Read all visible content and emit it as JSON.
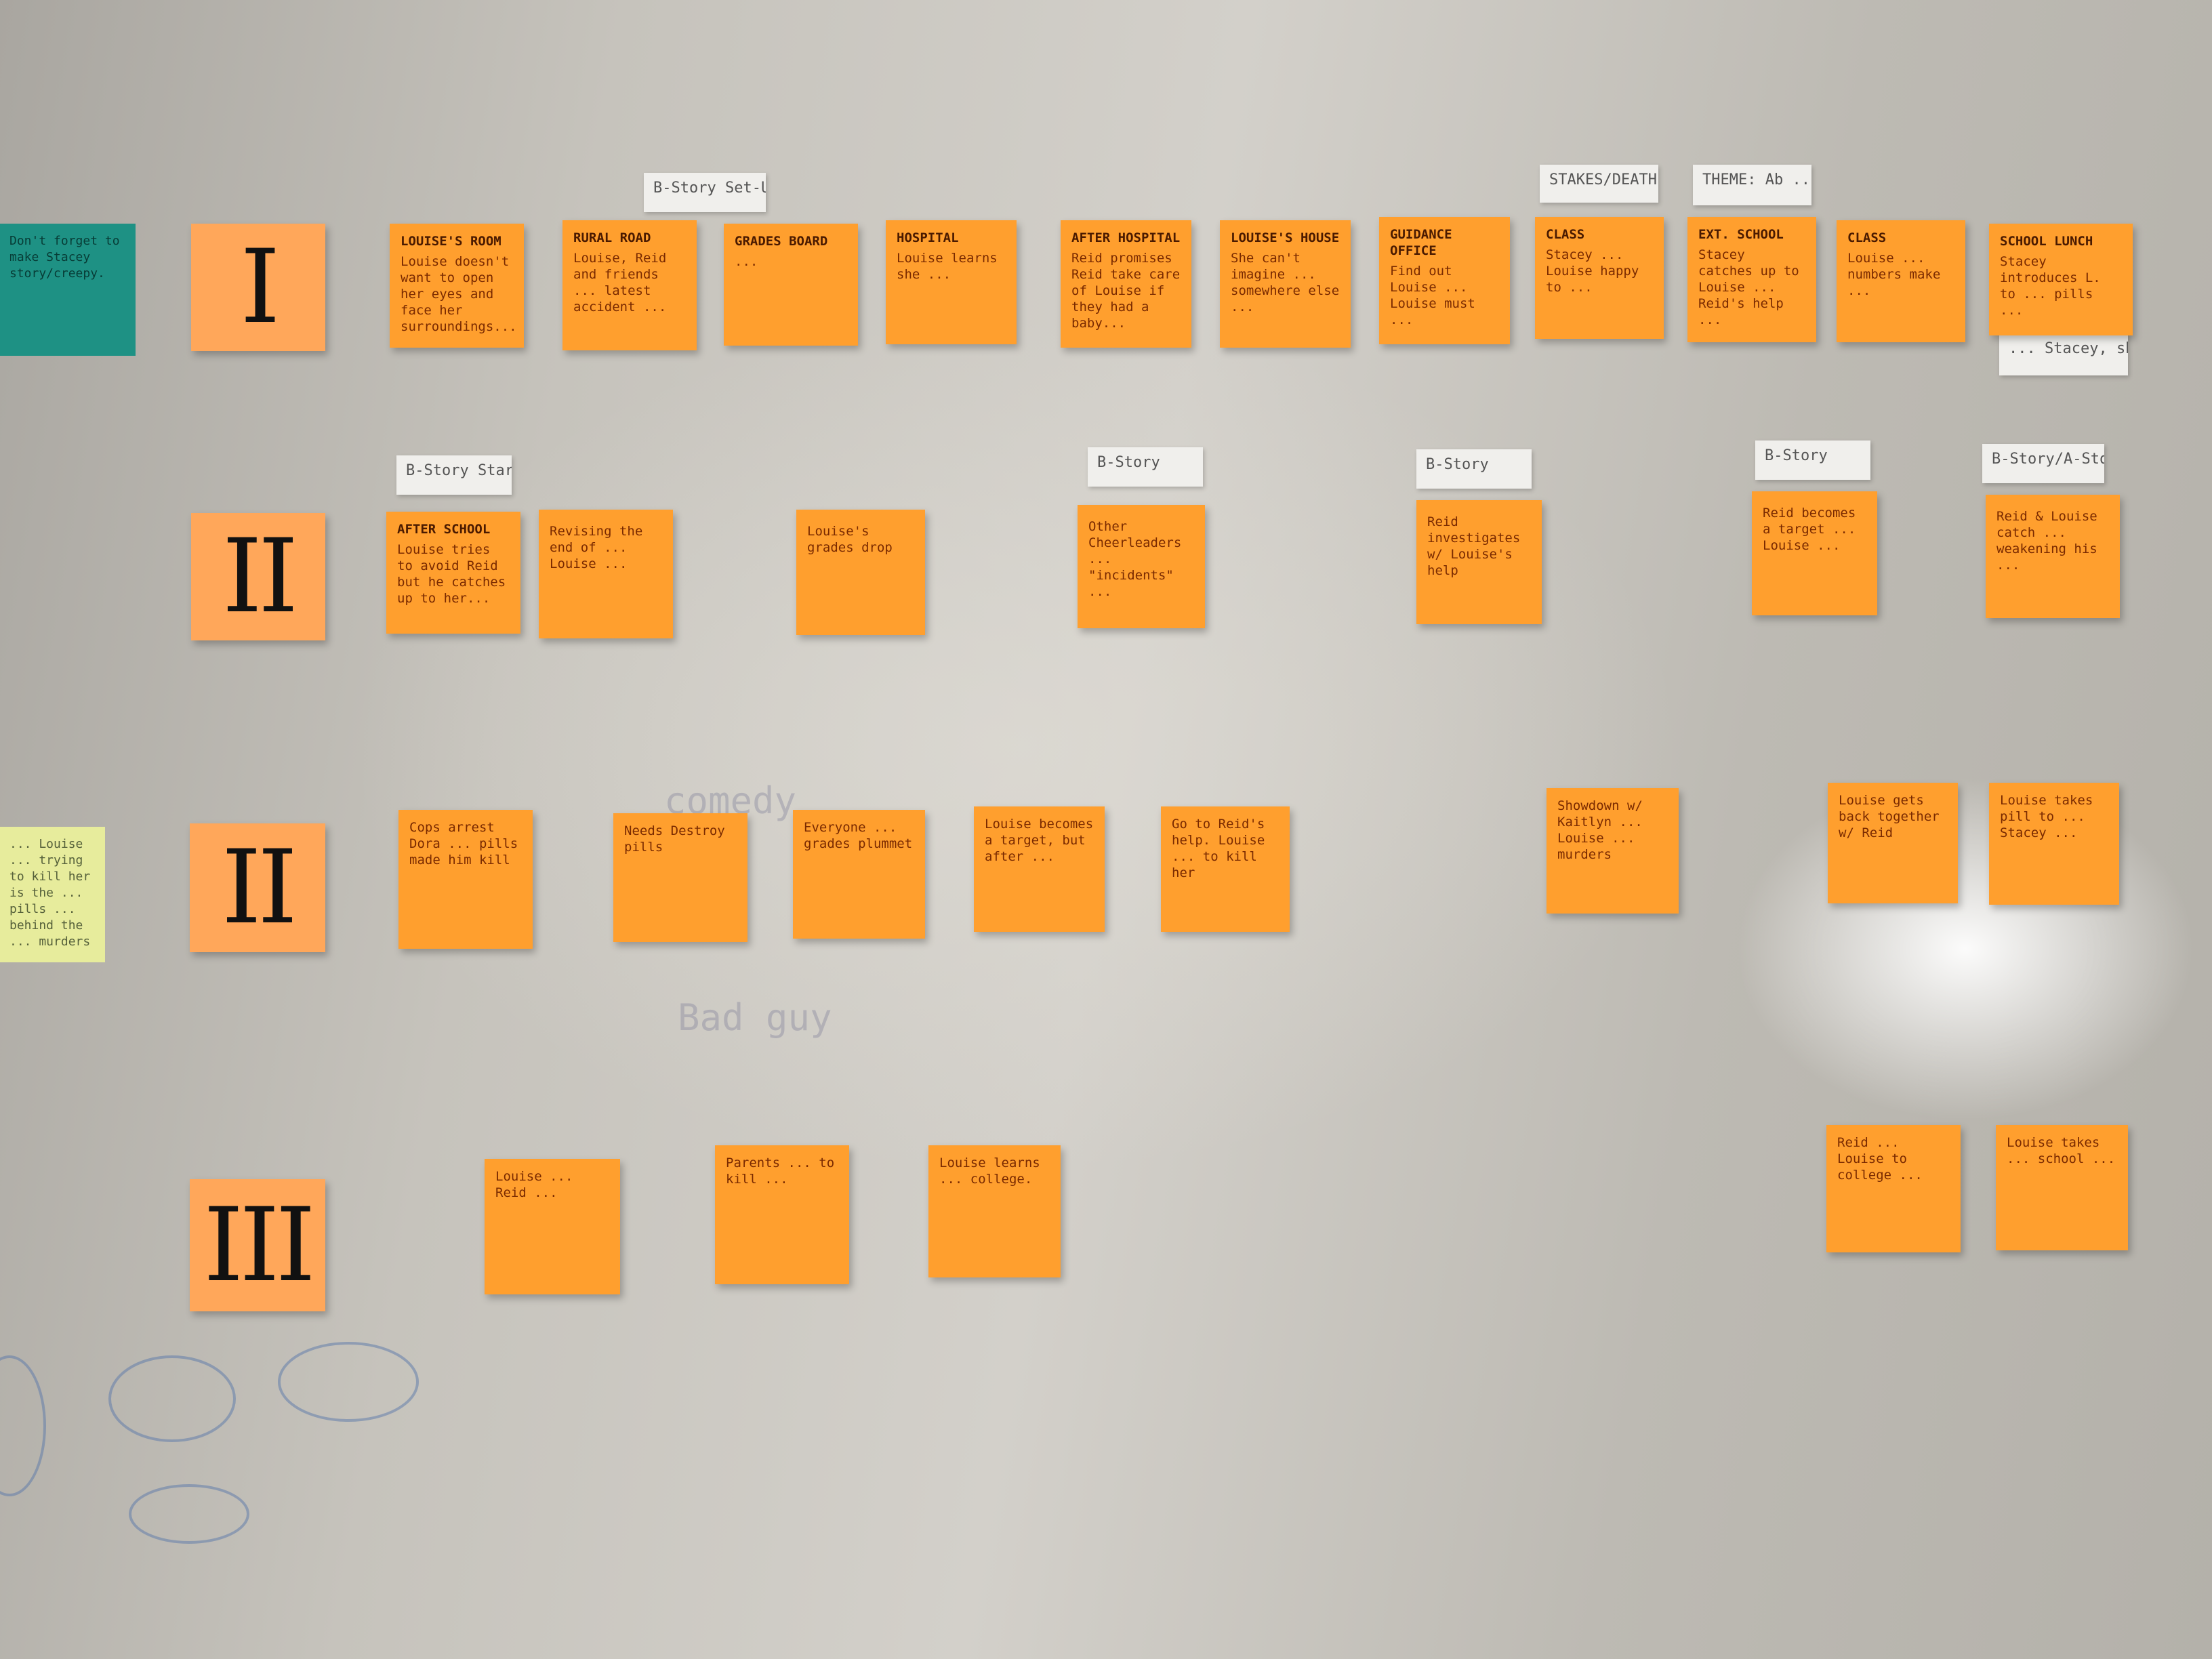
{
  "board": {
    "acts": [
      {
        "label": "I"
      },
      {
        "label": "II"
      },
      {
        "label": "II"
      },
      {
        "label": "III"
      }
    ],
    "side_notes": {
      "teal": "Don't forget to make Stacey story/creepy.",
      "yellow": "... Louise ... trying to kill her is the ... pills ... behind the ... murders"
    },
    "tags": {
      "row1_bstory_setup": "B-Story Set-Up",
      "row1_stakes": "STAKES/DEATH",
      "row1_theme": "THEME: Ab ... you ...",
      "row2_bstory_starts": "B-Story Starts",
      "row2_bstory_a": "B-Story",
      "row2_bstory_b": "B-Story",
      "row2_bstory_c": "B-Story",
      "row2_bstory_d": "B-Story/A-Story",
      "row1_extra": "... Stacey, she ..."
    },
    "row1": [
      {
        "head": "Louise's Room",
        "body": "Louise doesn't want to open her eyes and face her surroundings..."
      },
      {
        "head": "Rural Road",
        "body": "Louise, Reid and friends ... latest accident ..."
      },
      {
        "head": "Grades Board",
        "body": "..."
      },
      {
        "head": "Hospital",
        "body": "Louise learns she ..."
      },
      {
        "head": "After Hospital",
        "body": "Reid promises Reid take care of Louise if they had a baby..."
      },
      {
        "head": "Louise's House",
        "body": "She can't imagine ... somewhere else ..."
      },
      {
        "head": "Guidance Office",
        "body": "Find out Louise ... Louise must ..."
      },
      {
        "head": "Class",
        "body": "Stacey ... Louise happy to ..."
      },
      {
        "head": "Ext. School",
        "body": "Stacey catches up to Louise ... Reid's help ..."
      },
      {
        "head": "Class",
        "body": "Louise ... numbers make ..."
      },
      {
        "head": "School Lunch",
        "body": "Stacey introduces L. to ... pills ..."
      }
    ],
    "row2": [
      {
        "head": "After School",
        "body": "Louise tries to avoid Reid but he catches up to her..."
      },
      {
        "head": "",
        "body": "Revising the end of ... Louise ..."
      },
      {
        "head": "",
        "body": "Louise's grades drop"
      },
      {
        "head": "",
        "body": "Other Cheerleaders ... \"incidents\" ..."
      },
      {
        "head": "",
        "body": "Reid investigates w/ Louise's help"
      },
      {
        "head": "",
        "body": "Reid becomes a target ... Louise ..."
      },
      {
        "head": "",
        "body": "Reid & Louise catch ... weakening his ..."
      }
    ],
    "row3": [
      {
        "body": "Cops arrest Dora ... pills made him kill"
      },
      {
        "body": "Needs Destroy pills"
      },
      {
        "body": "Everyone ... grades plummet"
      },
      {
        "body": "Louise becomes a target, but after ..."
      },
      {
        "body": "Go to Reid's help. Louise ... to kill her"
      },
      {
        "body": "Showdown w/ Kaitlyn ... Louise ... murders"
      },
      {
        "body": "Louise gets back together w/ Reid"
      },
      {
        "body": "Louise takes pill to ... Stacey ..."
      }
    ],
    "row4": [
      {
        "body": "Louise ... Reid ..."
      },
      {
        "body": "Parents ... to kill ..."
      },
      {
        "body": "Louise learns ... college."
      },
      {
        "body": "Reid ... Louise to college ..."
      },
      {
        "body": "Louise takes ... school ..."
      }
    ]
  }
}
